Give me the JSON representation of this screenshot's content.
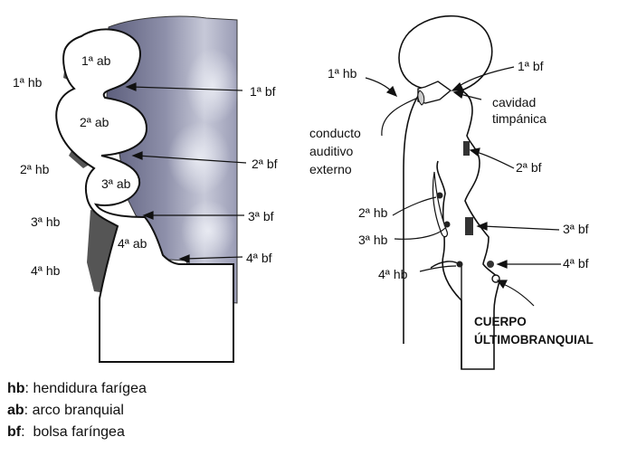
{
  "left_diagram": {
    "arch_labels": [
      "1ª ab",
      "2ª ab",
      "3ª ab",
      "4ª ab"
    ],
    "cleft_labels": [
      "1ª hb",
      "2ª hb",
      "3ª hb",
      "4ª hb"
    ],
    "pouch_labels": [
      "1ª bf",
      "2ª bf",
      "3ª bf",
      "4ª bf"
    ]
  },
  "right_diagram": {
    "cleft_labels": [
      "1ª hb",
      "2ª hb",
      "3ª hb",
      "4ª hb"
    ],
    "pouch_labels": [
      "1ª bf",
      "2ª bf",
      "3ª bf",
      "4ª bf"
    ],
    "cavidad": [
      "cavidad",
      "timpánica"
    ],
    "conducto": [
      "conducto",
      "auditivo",
      "externo"
    ],
    "cuerpo": [
      "CUERPO",
      "ÚLTIMOBRANQUIAL"
    ]
  },
  "legend": [
    {
      "abbr": "hb",
      "text": ": hendidura farígea"
    },
    {
      "abbr": "ab",
      "text": ": arco branquial"
    },
    {
      "abbr": "bf",
      "text": ":  bolsa faríngea"
    }
  ],
  "colors": {
    "tissue_light": "#c9cbd9",
    "tissue_dark": "#6a6c8a",
    "cleft_fill": "#555555",
    "outline": "#111111"
  }
}
